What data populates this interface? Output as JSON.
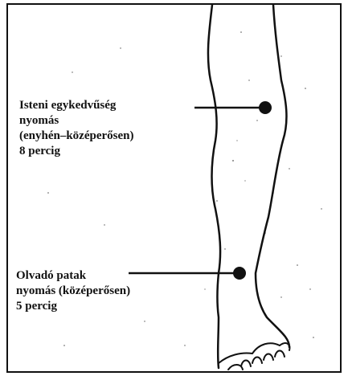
{
  "points": [
    {
      "title": "Isteni egykedvűség",
      "lines": [
        "nyomás",
        "(enyhén–középerősen)",
        "8 percig"
      ]
    },
    {
      "title": "Olvadó patak",
      "lines": [
        "nyomás (középerősen)",
        "5 percig"
      ]
    }
  ]
}
